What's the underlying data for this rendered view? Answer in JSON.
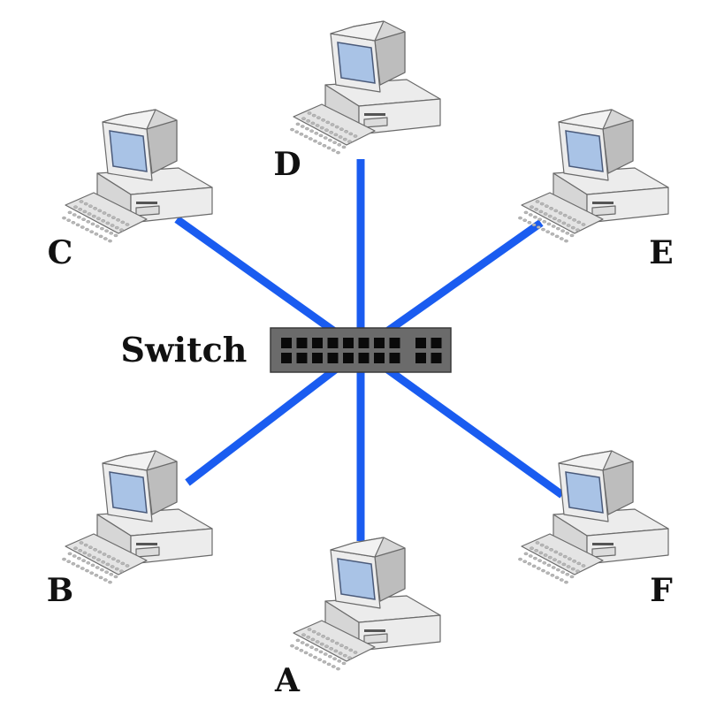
{
  "diagram": {
    "type": "star-topology",
    "hub": {
      "id": "switch",
      "label": "Switch",
      "port_rows": 2,
      "ports_main_per_row": 8,
      "ports_uplink_per_row": 2
    },
    "nodes": [
      {
        "id": "A",
        "label": "A",
        "kind": "computer"
      },
      {
        "id": "B",
        "label": "B",
        "kind": "computer"
      },
      {
        "id": "C",
        "label": "C",
        "kind": "computer"
      },
      {
        "id": "D",
        "label": "D",
        "kind": "computer"
      },
      {
        "id": "E",
        "label": "E",
        "kind": "computer"
      },
      {
        "id": "F",
        "label": "F",
        "kind": "computer"
      }
    ],
    "edges": [
      {
        "from": "switch",
        "to": "A"
      },
      {
        "from": "switch",
        "to": "B"
      },
      {
        "from": "switch",
        "to": "C"
      },
      {
        "from": "switch",
        "to": "D"
      },
      {
        "from": "switch",
        "to": "E"
      },
      {
        "from": "switch",
        "to": "F"
      }
    ]
  },
  "colors": {
    "cable": "#1a5cf0",
    "switch_body": "#6b6b6b",
    "switch_border": "#3a3a3a",
    "port": "#0a0a0a",
    "screen": "#a9c3e6",
    "case_light": "#ececec",
    "case_mid": "#d6d6d6",
    "case_dark": "#bdbdbd",
    "outline": "#6a6a6a",
    "label": "#111111"
  }
}
